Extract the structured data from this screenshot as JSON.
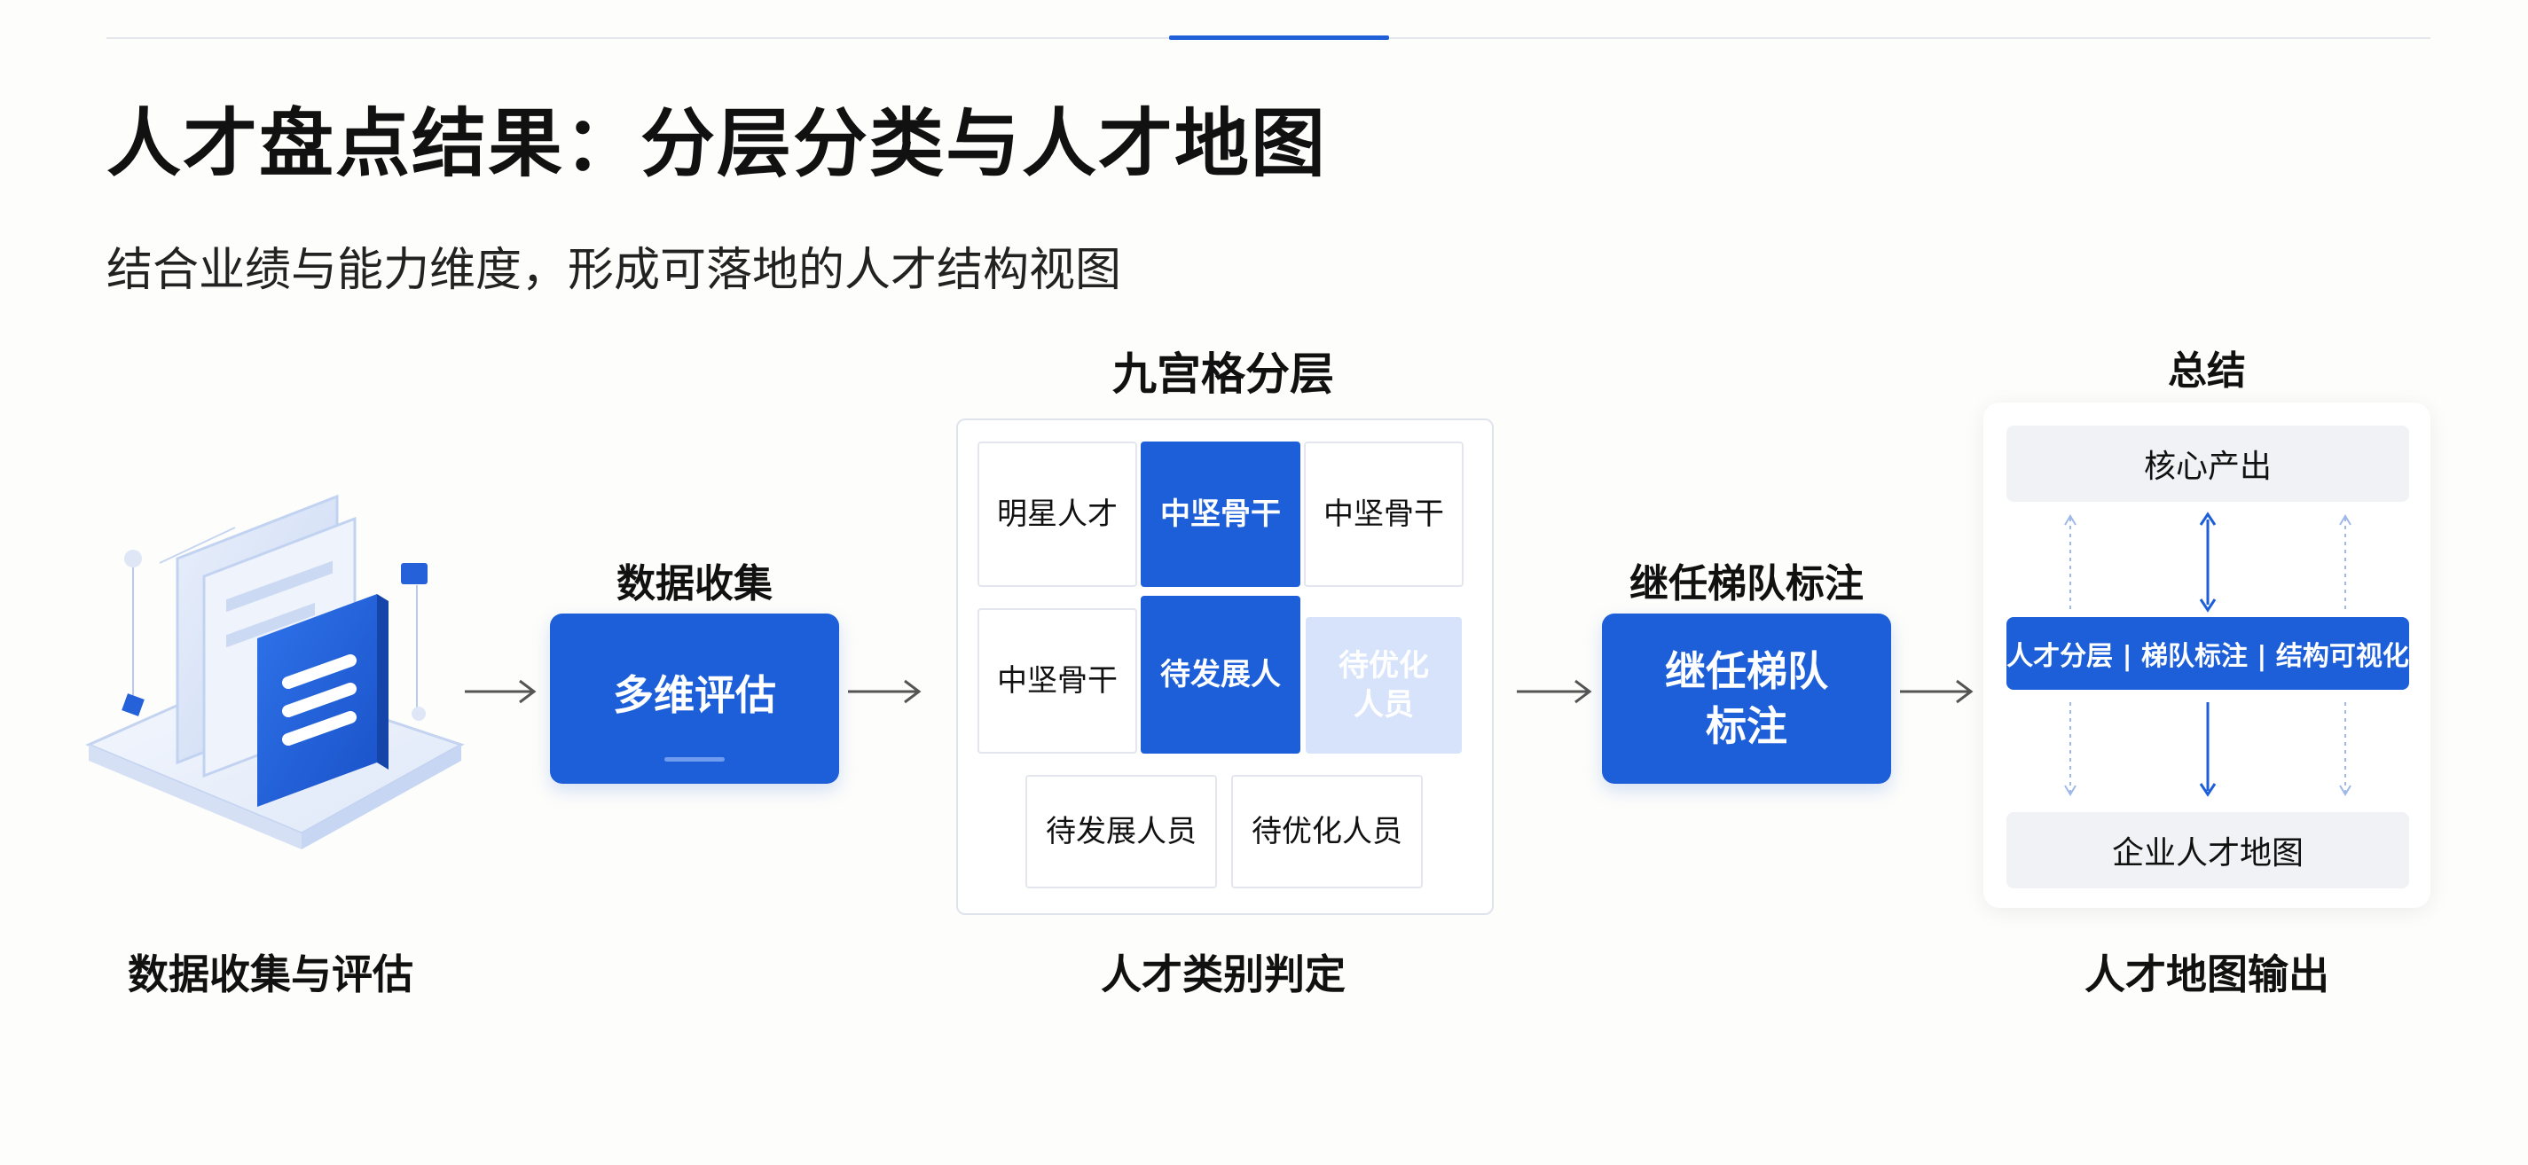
{
  "title": "人才盘点结果：分层分类与人才地图",
  "subtitle": "结合业绩与能力维度，形成可落地的人才结构视图",
  "stage1": {
    "caption": "数据收集与评估"
  },
  "stage2": {
    "label": "数据收集",
    "box": "多维评估"
  },
  "stage3": {
    "label": "九宫格分层",
    "caption": "人才类别判定",
    "grid": [
      [
        "明星人才",
        "中坚骨干",
        "中坚骨干"
      ],
      [
        "中坚骨干",
        "待发展人",
        "待优化\n人员"
      ]
    ],
    "bottom": [
      "待发展人员",
      "待优化人员"
    ]
  },
  "stage4": {
    "label": "继任梯队标注",
    "box_line1": "继任梯队",
    "box_line2": "标注"
  },
  "stage5": {
    "label": "总结",
    "top": "核心产出",
    "middle": "人才分层 | 梯队标注 | 结构可视化",
    "bottom": "企业人才地图",
    "caption": "人才地图输出"
  },
  "colors": {
    "accent": "#1d5fd9",
    "light_accent": "#d7e3fb",
    "panel_gray": "#f0f2f5"
  }
}
